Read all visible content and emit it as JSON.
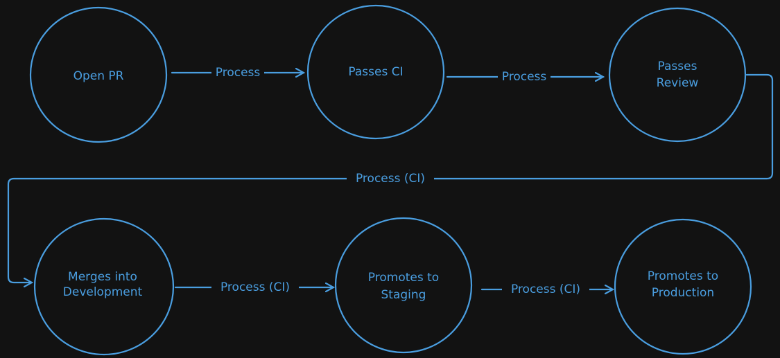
{
  "colors": {
    "background": "#121212",
    "stroke": "#4a9ee0"
  },
  "nodes": [
    {
      "lines": [
        "Open PR"
      ]
    },
    {
      "lines": [
        "Passes CI"
      ]
    },
    {
      "lines": [
        "Passes",
        "Review"
      ]
    },
    {
      "lines": [
        "Merges into",
        "Development"
      ]
    },
    {
      "lines": [
        "Promotes to",
        "Staging"
      ]
    },
    {
      "lines": [
        "Promotes to",
        "Production"
      ]
    }
  ],
  "edges": [
    {
      "from": "Open PR",
      "to": "Passes CI",
      "label": "Process"
    },
    {
      "from": "Passes CI",
      "to": "Passes Review",
      "label": "Process"
    },
    {
      "from": "Passes Review",
      "to": "Merges into Development",
      "label": "Process (CI)"
    },
    {
      "from": "Merges into Development",
      "to": "Promotes to Staging",
      "label": "Process (CI)"
    },
    {
      "from": "Promotes to Staging",
      "to": "Promotes to Production",
      "label": "Process (CI)"
    }
  ]
}
